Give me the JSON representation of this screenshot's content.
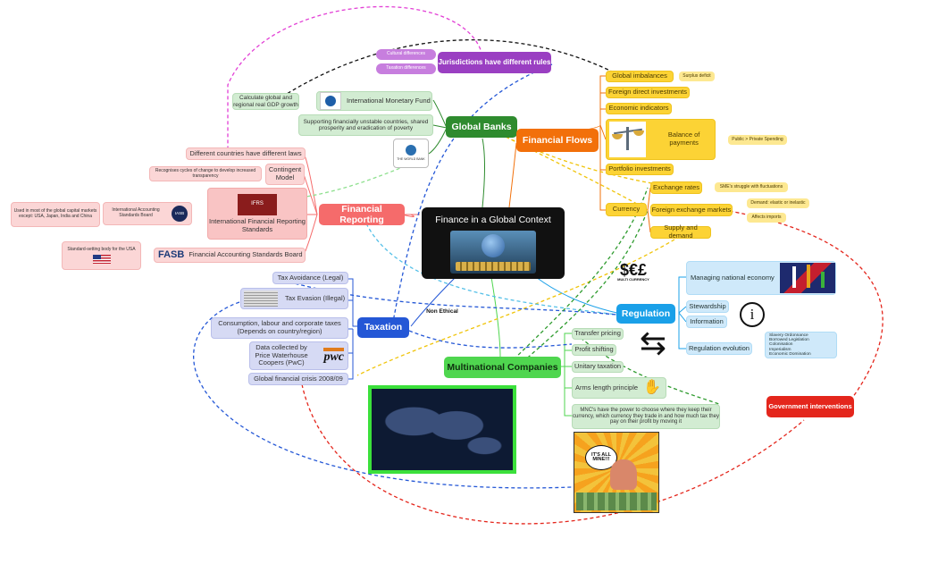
{
  "center": {
    "title": "Finance in a Global Context"
  },
  "colors": {
    "reporting": "#f56b6b",
    "taxation": "#2457d6",
    "banks": "#2e8b2e",
    "flows": "#f2700a",
    "jurisdictions": "#9a3fc2",
    "regulation": "#1aa0e8",
    "multinational": "#4fd64f",
    "government": "#e4261c"
  },
  "main_nodes": {
    "financial_reporting": "Financial Reporting",
    "taxation": "Taxation",
    "global_banks": "Global Banks",
    "financial_flows": "Financial Flows",
    "jurisdictions": "Jurisdictions have different rules",
    "regulation": "Regulation",
    "multinational": "Multinational Companies",
    "government": "Government interventions"
  },
  "jurisdictions": {
    "cultural": "Cultural differences",
    "taxation_diff": "Taxation differences"
  },
  "reporting": {
    "different_laws": "Different countries have different laws",
    "contingent": "Contingent Model",
    "contingent_note": "Recognises cycles of change to develop increased transparency",
    "ifrs": "International Financial Reporting Standards",
    "ifrs_logo": "IFRS",
    "iasb": "International Accounting Standards Board",
    "iasb_logo": "IASB",
    "iasb_note": "Used in most of the global capital markets except: USA, Japan, India and China",
    "fasb": "Financial Accounting Standards Board",
    "fasb_logo": "FASB",
    "fasb_note": "Standard-setting body for the USA"
  },
  "banks": {
    "imf": "International Monetary Fund",
    "imf_note": "Calculate global and regional real GDP growth",
    "world_bank": "Supporting financially unstable countries, shared prosperity and eradication of poverty",
    "wb_logo": "THE WORLD BANK"
  },
  "flows": {
    "global_imbalances": "Global imbalances",
    "surplus_deficit": "Surplus deficit",
    "fdi": "Foreign direct investments",
    "economic_indicators": "Economic indicators",
    "bop": "Balance of payments",
    "bop_note": "Public > Private Spending",
    "portfolio": "Portfolio investments",
    "currency": "Currency",
    "exchange_rates": "Exchange rates",
    "sme": "SME's struggle with fluctuations",
    "fx_markets": "Foreign exchange markets",
    "demand": "Demand: elastic or inelastic",
    "imports": "Affects imports",
    "supply_demand": "Supply and demand",
    "multi_currency": "MULTI CURRENCY"
  },
  "taxation": {
    "avoidance": "Tax Avoidance (Legal)",
    "evasion": "Tax Evasion (Illegal)",
    "consumption": "Consumption, labour and corporate taxes (Depends on country/region)",
    "pwc_data": "Data collected by Price Waterhouse Coopers (PwC)",
    "pwc_logo": "pwc",
    "crisis": "Global financial crisis 2008/09",
    "non_ethical": "Non Ethical"
  },
  "regulation": {
    "managing": "Managing national economy",
    "stewardship": "Stewardship",
    "information": "Information",
    "evolution": "Regulation evolution",
    "evolution_list": [
      "Slavery Ordonnance",
      "Borrowed Legislation",
      "Colonisation",
      "Imperialism",
      "Economic Domination"
    ]
  },
  "multinational": {
    "transfer": "Transfer pricing",
    "profit": "Profit shifting",
    "unitary": "Unitary taxation",
    "arms": "Arms length principle",
    "mnc_note": "MNC's have the power to choose where they keep their currency, which currency they trade in and how much tax they pay on their profit by moving it",
    "comic": "IT'S ALL MINE!!!"
  }
}
